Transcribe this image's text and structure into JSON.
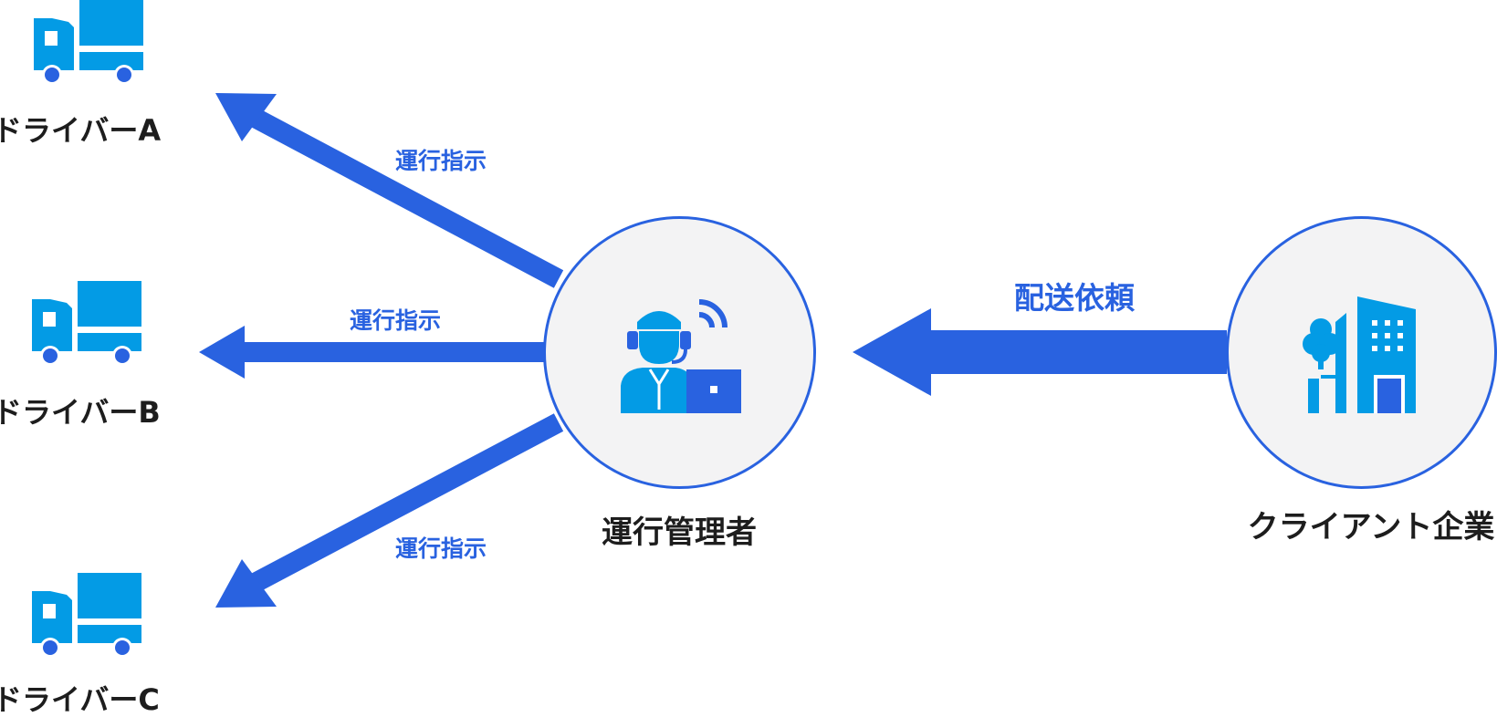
{
  "nodes": {
    "drivers": [
      {
        "label": "ドライバーA",
        "icon": "truck-icon"
      },
      {
        "label": "ドライバーB",
        "icon": "truck-icon"
      },
      {
        "label": "ドライバーC",
        "icon": "truck-icon"
      }
    ],
    "operator": {
      "label": "運行管理者",
      "icon": "operator-headset-icon"
    },
    "client": {
      "label": "クライアント企業",
      "icon": "office-building-icon"
    }
  },
  "edges": {
    "to_driver_a": "運行指示",
    "to_driver_b": "運行指示",
    "to_driver_c": "運行指示",
    "client_to_operator": "配送依頼"
  },
  "colors": {
    "arrow": "#2962e0",
    "icon": "#039be5",
    "circle_fill": "#f3f3f4",
    "circle_border": "#2962e0",
    "label_text": "#1d1d1d"
  }
}
